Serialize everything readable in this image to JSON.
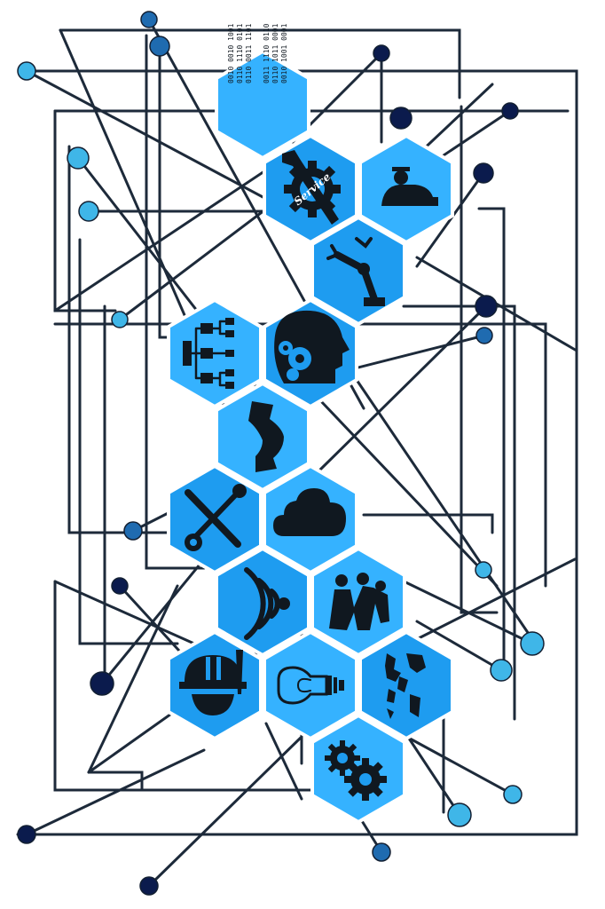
{
  "colors": {
    "hex_fill": "#1e9cf0",
    "hex_fill_light": "#35b2ff",
    "line": "#1d2a3a",
    "node_dark": "#0b1b4d",
    "node_mid": "#1f6bb0",
    "node_light": "#3fb6e8"
  },
  "binary": {
    "lines": [
      "0010 0010 1001",
      "0110 1110 0101",
      "0110 0011 1101",
      "0011 1110 0110",
      "0110 1011 0001",
      "0010 1001 0001"
    ]
  },
  "service_badge": "Service",
  "hexagons": [
    {
      "id": "binary",
      "icon": "binary-code-icon"
    },
    {
      "id": "service",
      "icon": "service-gear-wrench-icon"
    },
    {
      "id": "worker",
      "icon": "industrial-worker-icon"
    },
    {
      "id": "robot-arm",
      "icon": "robot-arm-icon"
    },
    {
      "id": "network",
      "icon": "network-hierarchy-icon"
    },
    {
      "id": "head-gears",
      "icon": "head-gears-icon"
    },
    {
      "id": "handshake",
      "icon": "handshake-icon"
    },
    {
      "id": "tools",
      "icon": "wrench-screwdriver-icon"
    },
    {
      "id": "cloud",
      "icon": "cloud-icon"
    },
    {
      "id": "wifi",
      "icon": "wifi-signal-icon"
    },
    {
      "id": "team",
      "icon": "team-people-icon"
    },
    {
      "id": "engineer",
      "icon": "engineer-helmet-icon"
    },
    {
      "id": "bulb",
      "icon": "light-bulb-icon"
    },
    {
      "id": "world",
      "icon": "world-map-icon"
    },
    {
      "id": "gears",
      "icon": "gears-icon"
    }
  ]
}
